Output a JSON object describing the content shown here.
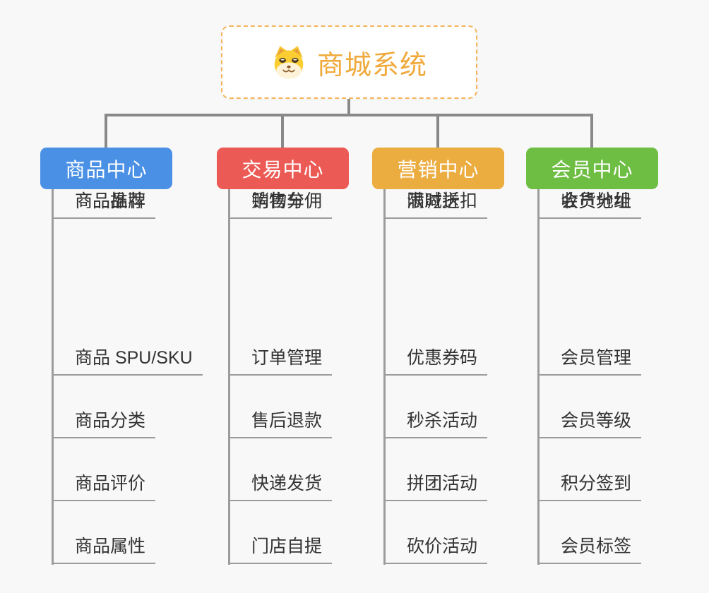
{
  "root": {
    "title": "商城系统",
    "icon": "dog-face-icon",
    "text_color": "#F0A93C",
    "border_color": "#F2B55C",
    "background": "#FFFFFF"
  },
  "canvas": {
    "background": "#F8F8F8",
    "connector_color": "#898989",
    "child_line_color": "#9C9C9C",
    "leaf_text_color": "#333333"
  },
  "branches": [
    {
      "label": "商品中心",
      "color": "#4A90E5",
      "children": [
        "商品 SPU/SKU",
        "商品分类",
        "商品评价",
        "商品属性",
        "商品推荐",
        "商品品牌"
      ]
    },
    {
      "label": "交易中心",
      "color": "#EC5A55",
      "children": [
        "订单管理",
        "售后退款",
        "快递发货",
        "门店自提",
        "购物车",
        "销售分佣"
      ]
    },
    {
      "label": "营销中心",
      "color": "#EBAC40",
      "children": [
        "优惠券码",
        "秒杀活动",
        "拼团活动",
        "砍价活动",
        "限时折扣",
        "满减送"
      ]
    },
    {
      "label": "会员中心",
      "color": "#6FBE44",
      "children": [
        "会员管理",
        "会员等级",
        "积分签到",
        "会员标签",
        "会员分组",
        "收货地址"
      ]
    }
  ]
}
